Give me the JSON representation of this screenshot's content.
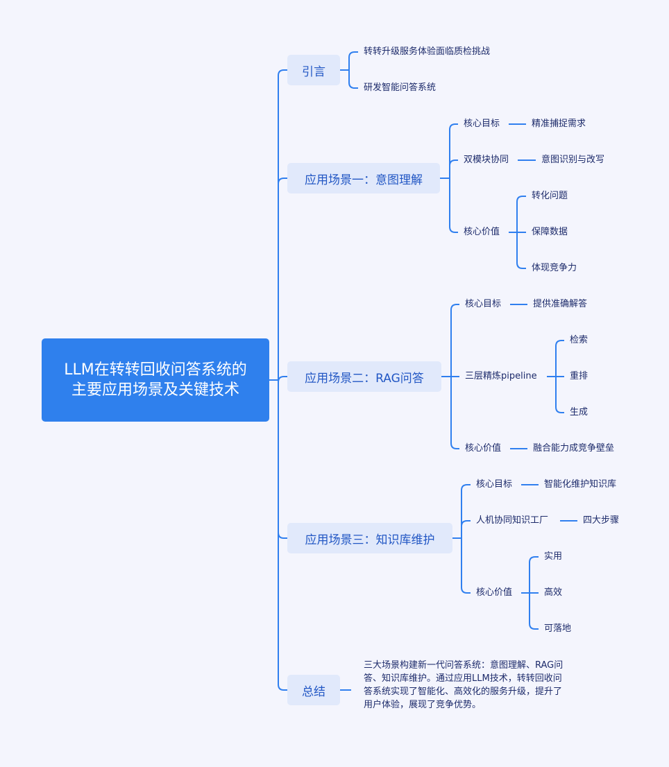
{
  "root": {
    "title": "LLM在转转回收问答系统的主要应用场景及关键技术"
  },
  "colors": {
    "line": "#2f7fef",
    "root_bg": "#2f80ed",
    "branch_bg": "#e1e9fb",
    "background": "#f4f5fd"
  },
  "branches": [
    {
      "label": "引言",
      "children": [
        {
          "label": "转转升级服务体验面临质检挑战"
        },
        {
          "label": "研发智能问答系统"
        }
      ]
    },
    {
      "label": "应用场景一：意图理解",
      "children": [
        {
          "label": "核心目标",
          "children": [
            "精准捕捉需求"
          ]
        },
        {
          "label": "双模块协同",
          "children": [
            "意图识别与改写"
          ]
        },
        {
          "label": "核心价值",
          "children": [
            "转化问题",
            "保障数据",
            "体现竞争力"
          ]
        }
      ]
    },
    {
      "label": "应用场景二：RAG问答",
      "children": [
        {
          "label": "核心目标",
          "children": [
            "提供准确解答"
          ]
        },
        {
          "label": "三层精炼pipeline",
          "children": [
            "检索",
            "重排",
            "生成"
          ]
        },
        {
          "label": "核心价值",
          "children": [
            "融合能力成竞争壁垒"
          ]
        }
      ]
    },
    {
      "label": "应用场景三：知识库维护",
      "children": [
        {
          "label": "核心目标",
          "children": [
            "智能化维护知识库"
          ]
        },
        {
          "label": "人机协同知识工厂",
          "children": [
            "四大步骤"
          ]
        },
        {
          "label": "核心价值",
          "children": [
            "实用",
            "高效",
            "可落地"
          ]
        }
      ]
    },
    {
      "label": "总结",
      "summary": "三大场景构建新一代问答系统：意图理解、RAG问答、知识库维护。通过应用LLM技术，转转回收问答系统实现了智能化、高效化的服务升级，提升了用户体验，展现了竞争优势。"
    }
  ]
}
